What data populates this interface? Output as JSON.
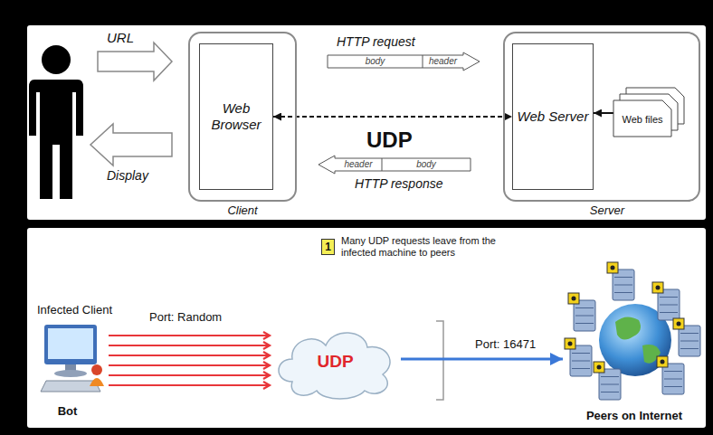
{
  "diagram": {
    "nodes": [
      {
        "text": [
          "Client"
        ]
      },
      {
        "text": [
          "Web Browser"
        ],
        "in": 0
      },
      {
        "text": [
          "body",
          "header"
        ]
      },
      {
        "text": [
          "header",
          "body"
        ]
      },
      {
        "text": [
          "Server"
        ]
      },
      {
        "text": [
          "Web Server"
        ],
        "in": 4
      },
      {
        "text": [
          "Web files"
        ],
        "in": 4
      },
      {
        "text": [
          "1"
        ]
      },
      {
        "text": [
          "Infected Client",
          "Bot"
        ]
      },
      {
        "text": [
          "UDP"
        ]
      },
      {
        "text": [
          "Peers on Internet"
        ]
      }
    ],
    "edges": [
      {
        "from": 1,
        "to": 5,
        "arrow": "both"
      },
      {
        "from": 6,
        "to": 5,
        "arrow": "to"
      },
      {
        "from": 8,
        "to": 9,
        "arrow": "to"
      },
      {
        "from": 9,
        "to": 10,
        "arrow": "to"
      }
    ],
    "labels": [
      "URL",
      "Display",
      "HTTP request",
      "UDP",
      "HTTP response",
      "Many UDP requests leave from the infected machine to peers",
      "Port: Random",
      "Port: 16471"
    ]
  }
}
